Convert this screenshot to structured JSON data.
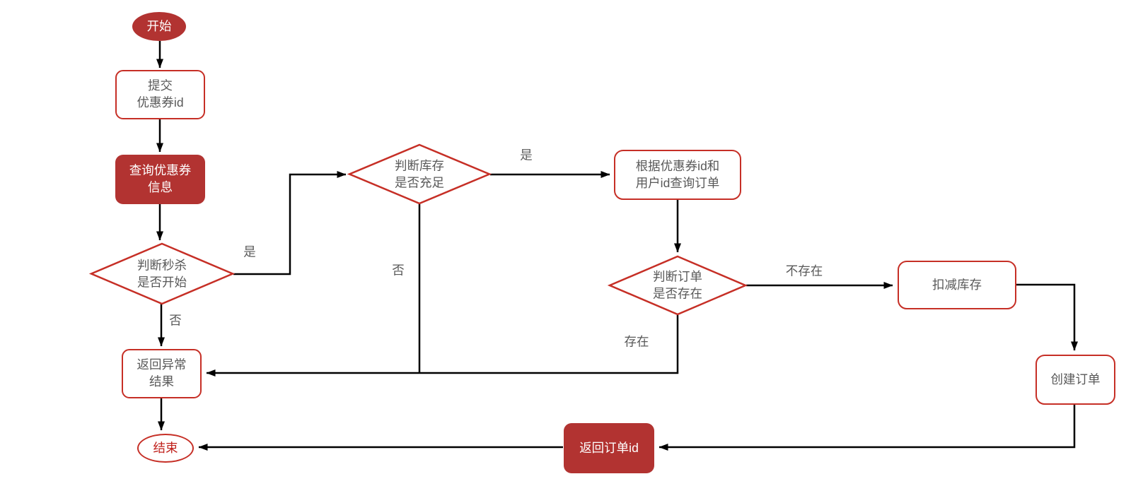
{
  "diagram": {
    "type": "flowchart",
    "colors": {
      "node_fill_red": "#b23331",
      "node_stroke_red": "#c62f26",
      "text_gray": "#595959",
      "text_white": "#ffffff",
      "end_text_red": "#c0211c",
      "connector_black": "#000000",
      "background": "#ffffff"
    },
    "nodes": {
      "start": {
        "label": "开始",
        "shape": "ellipse-filled"
      },
      "submit_coupon": {
        "label": "提交\n优惠券id",
        "shape": "rounded-rect-outline"
      },
      "query_coupon": {
        "label": "查询优惠券\n信息",
        "shape": "rounded-rect-filled"
      },
      "check_seckill_started": {
        "label": "判断秒杀\n是否开始",
        "shape": "diamond"
      },
      "check_stock": {
        "label": "判断库存\n是否充足",
        "shape": "diamond"
      },
      "query_order": {
        "label": "根据优惠券id和\n用户id查询订单",
        "shape": "rounded-rect-outline"
      },
      "check_order_exists": {
        "label": "判断订单\n是否存在",
        "shape": "diamond"
      },
      "deduct_stock": {
        "label": "扣减库存",
        "shape": "rounded-rect-outline"
      },
      "create_order": {
        "label": "创建订单",
        "shape": "rounded-rect-outline"
      },
      "return_order_id": {
        "label": "返回订单id",
        "shape": "rounded-rect-filled"
      },
      "return_error": {
        "label": "返回异常\n结果",
        "shape": "rounded-rect-outline"
      },
      "end": {
        "label": "结束",
        "shape": "ellipse-outline"
      }
    },
    "edge_labels": {
      "seckill_yes": "是",
      "seckill_no": "否",
      "stock_yes": "是",
      "stock_no": "否",
      "order_not_exists": "不存在",
      "order_exists": "存在"
    }
  }
}
